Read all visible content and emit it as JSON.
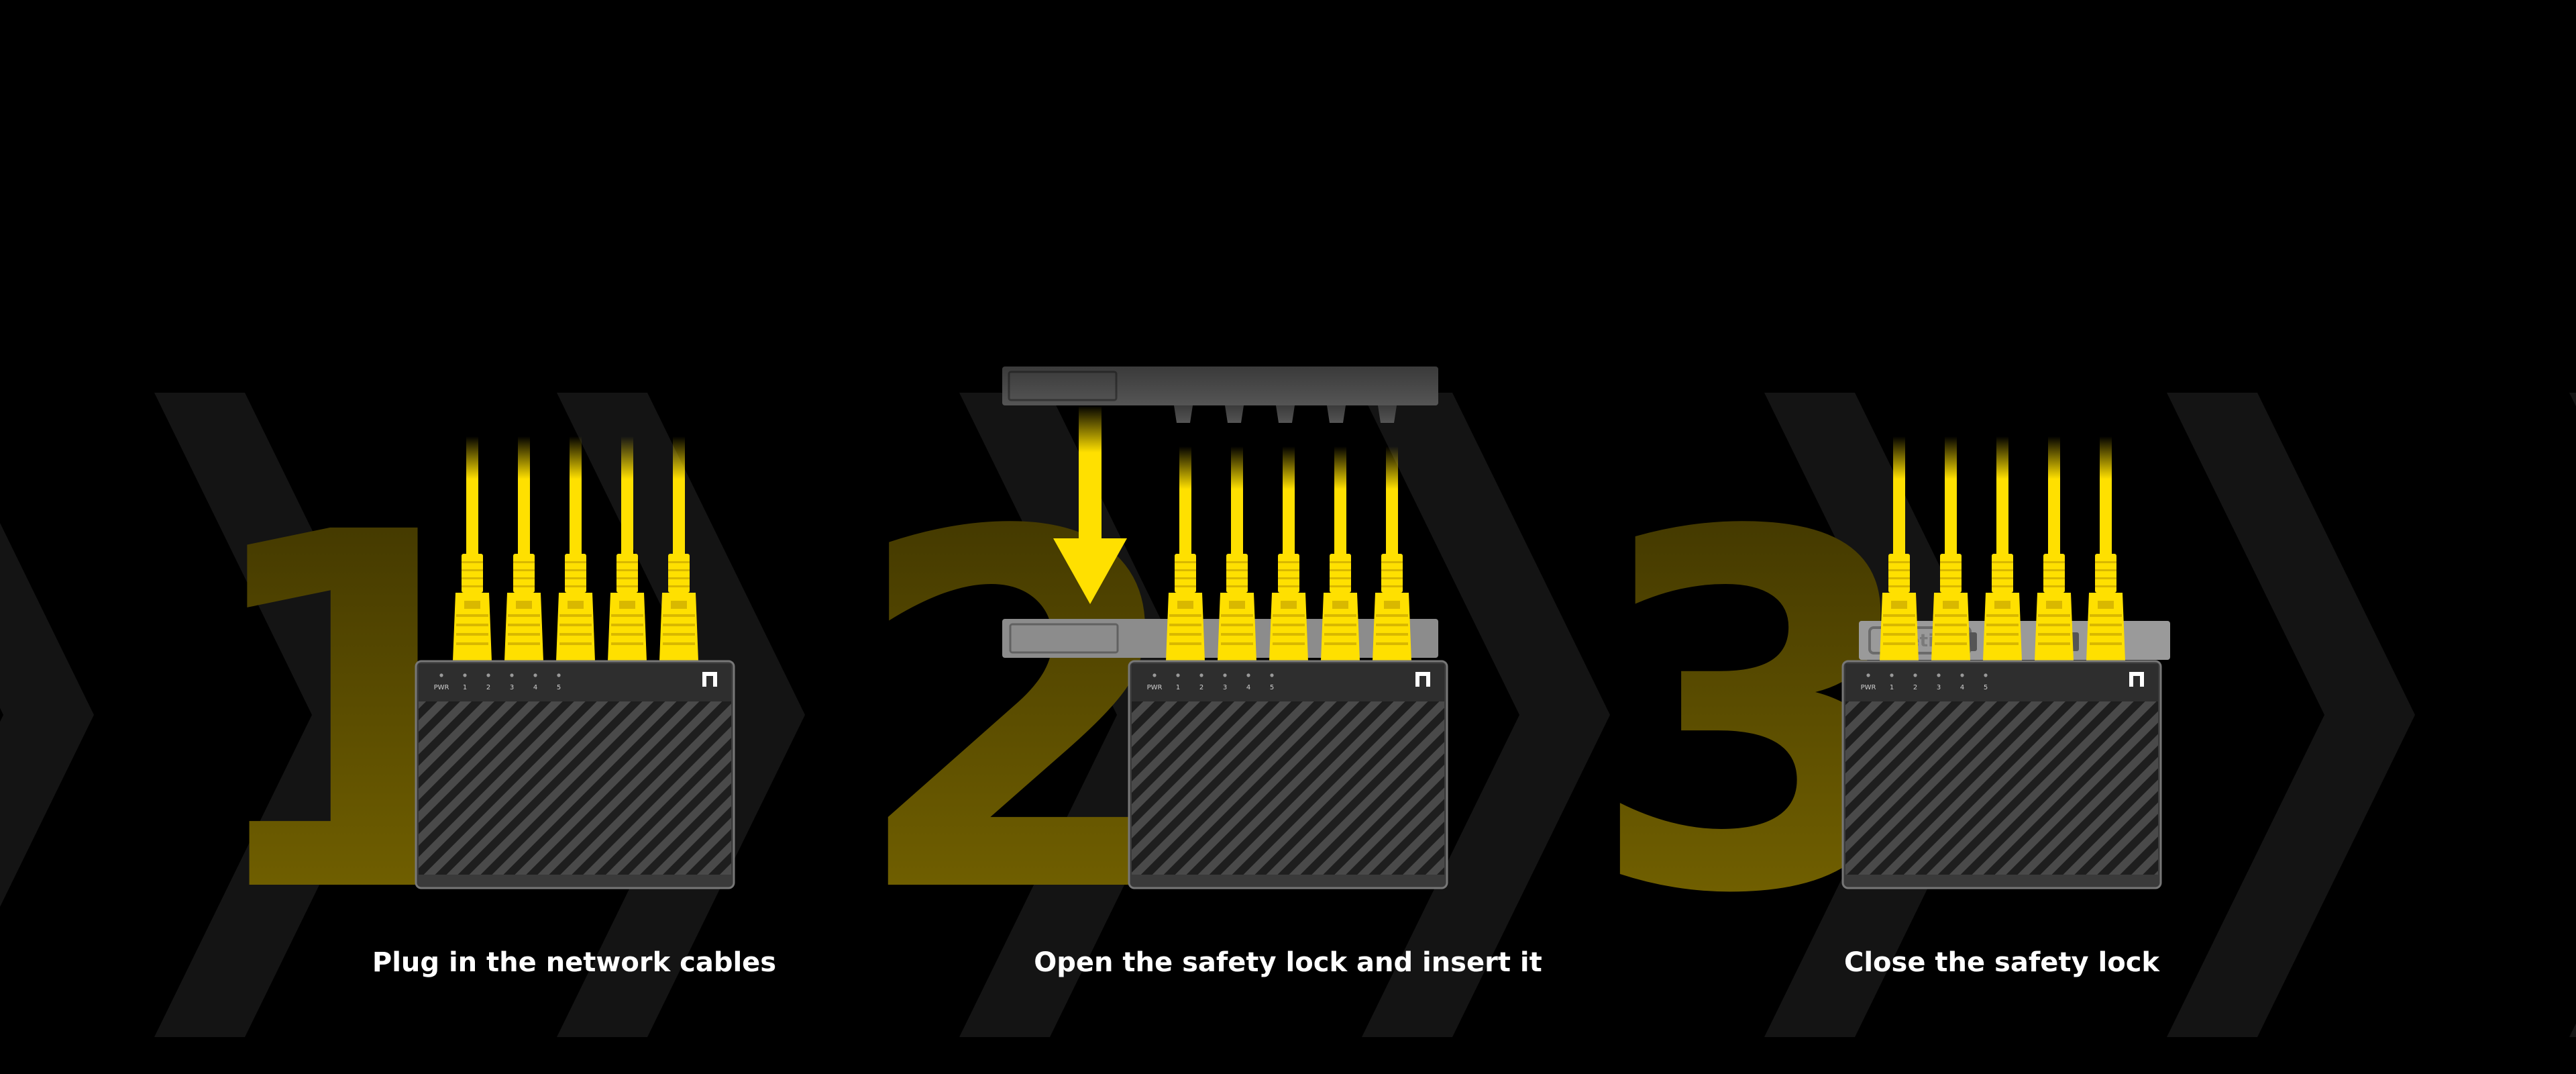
{
  "steps": [
    {
      "number": "1",
      "caption": "Plug in the network cables",
      "lock_state": "none"
    },
    {
      "number": "2",
      "caption": "Open the safety lock and insert it",
      "lock_state": "inserting"
    },
    {
      "number": "3",
      "caption": "Close the safety lock",
      "lock_state": "closed"
    }
  ],
  "switch_panel": {
    "labels": [
      "PWR",
      "1",
      "2",
      "3",
      "4",
      "5"
    ],
    "port_count": 5
  },
  "lock_brand": "netis",
  "colors": {
    "background": "#000000",
    "chevron": "#141414",
    "cable": "#ffe000",
    "cable_dark": "#d9b800",
    "numeral": "#7d6a00",
    "switch_body": "#2b2b2b",
    "lock": "#8c8c8c",
    "arrow": "#ffe000",
    "caption": "#ffffff"
  },
  "icons": [
    "chevron-icon",
    "arrow-down-icon",
    "logo-icon"
  ]
}
